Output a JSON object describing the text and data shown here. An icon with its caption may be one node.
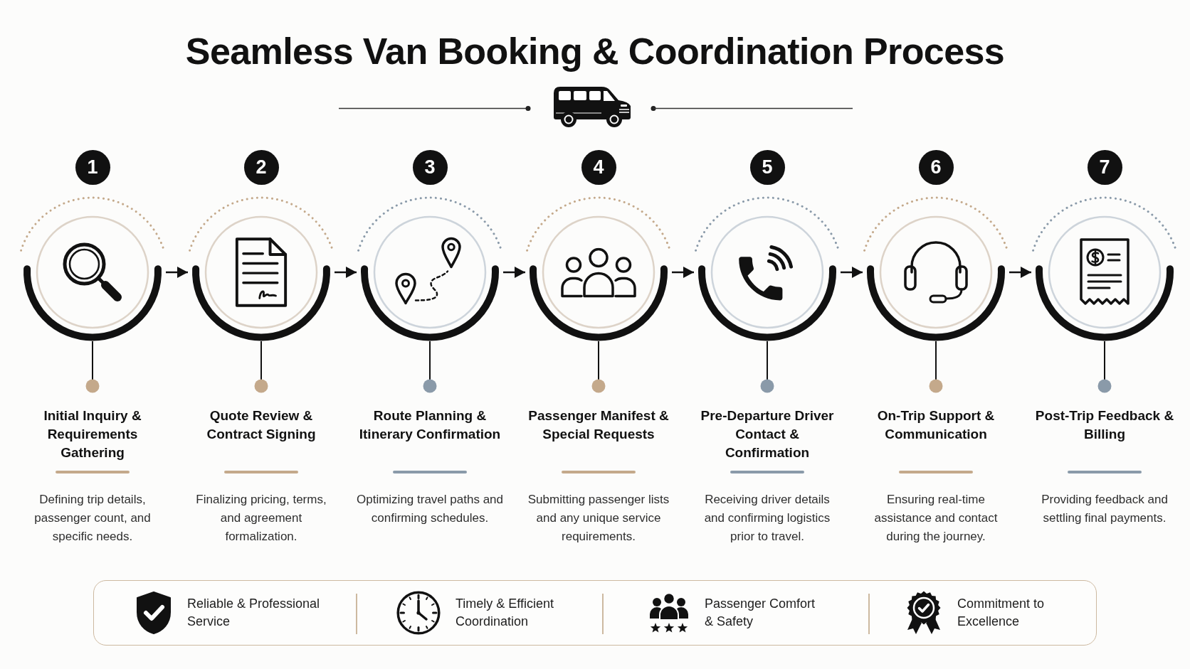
{
  "diagram": {
    "title": "Seamless Van Booking & Coordination Process",
    "nodes": [
      {
        "text": [
          "1",
          "Initial Inquiry & Requirements Gathering",
          "Defining trip details, passenger count, and specific needs."
        ]
      },
      {
        "text": [
          "2",
          "Quote Review & Contract Signing",
          "Finalizing pricing, terms, and agreement formalization."
        ]
      },
      {
        "text": [
          "3",
          "Route Planning & Itinerary Confirmation",
          "Optimizing travel paths and confirming schedules."
        ]
      },
      {
        "text": [
          "4",
          "Passenger Manifest & Special Requests",
          "Submitting passenger lists and any unique service requirements."
        ]
      },
      {
        "text": [
          "5",
          "Pre-Departure Driver Contact & Confirmation",
          "Receiving driver details and confirming logistics prior to travel."
        ]
      },
      {
        "text": [
          "6",
          "On-Trip Support & Communication",
          "Ensuring real-time assistance and contact during the journey."
        ]
      },
      {
        "text": [
          "7",
          "Post-Trip Feedback & Billing",
          "Providing feedback and settling final payments."
        ]
      },
      {
        "text": [
          "Reliable & Professional Service",
          "Timely & Efficient Coordination",
          "Passenger Comfort & Safety",
          "Commitment to Excellence"
        ]
      }
    ],
    "edges": [
      {
        "from": 0,
        "to": 1,
        "arrow": "to"
      },
      {
        "from": 1,
        "to": 2,
        "arrow": "to"
      },
      {
        "from": 2,
        "to": 3,
        "arrow": "to"
      },
      {
        "from": 3,
        "to": 4,
        "arrow": "to"
      },
      {
        "from": 4,
        "to": 5,
        "arrow": "to"
      },
      {
        "from": 5,
        "to": 6,
        "arrow": "to"
      }
    ]
  }
}
